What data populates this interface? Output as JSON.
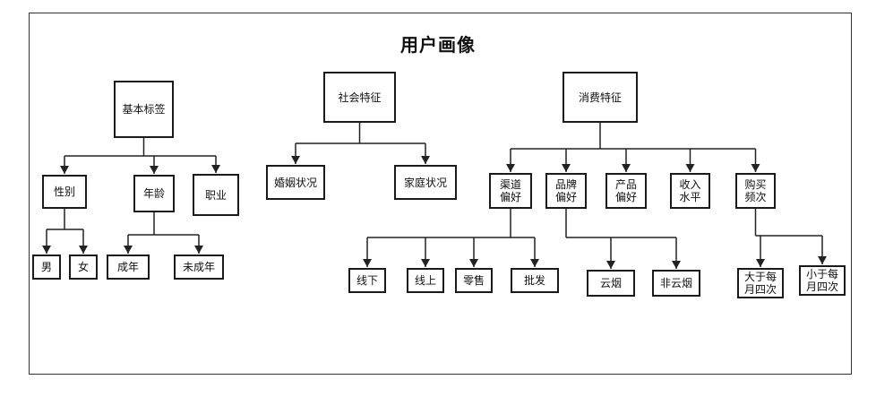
{
  "title": "用户画像",
  "nodes": {
    "basic": "基本标签",
    "gender": "性别",
    "male": "男",
    "female": "女",
    "age": "年龄",
    "adult": "成年",
    "minor": "未成年",
    "job": "职业",
    "social": "社会特征",
    "marriage": "婚姻状况",
    "family": "家庭状况",
    "consume": "消费特征",
    "channel": "渠道\n偏好",
    "offline": "线下",
    "online": "线上",
    "retail": "零售",
    "wholesale": "批发",
    "brand": "品牌\n偏好",
    "cloud_tobacco": "云烟",
    "non_cloud_tobacco": "非云烟",
    "product": "产品\n偏好",
    "income": "收入\n水平",
    "frequency": "购买\n频次",
    "freq_more": "大于每\n月四次",
    "freq_less": "小于每\n月四次"
  }
}
